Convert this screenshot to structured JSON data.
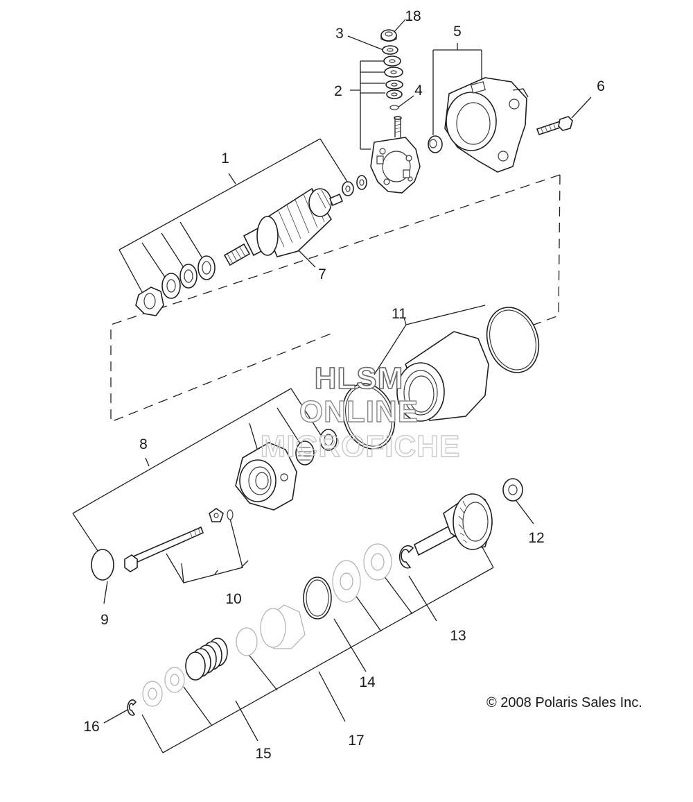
{
  "callouts": {
    "c1": "1",
    "c2": "2",
    "c3": "3",
    "c4": "4",
    "c5": "5",
    "c6": "6",
    "c7": "7",
    "c8": "8",
    "c9": "9",
    "c10": "10",
    "c11": "11",
    "c12": "12",
    "c13": "13",
    "c14": "14",
    "c15": "15",
    "c16": "16",
    "c17": "17",
    "c18": "18"
  },
  "copyright": "© 2008 Polaris Sales Inc.",
  "watermark": {
    "line1": "HLSM",
    "line2": "ONLINE",
    "line3": "MICROFICHE"
  }
}
